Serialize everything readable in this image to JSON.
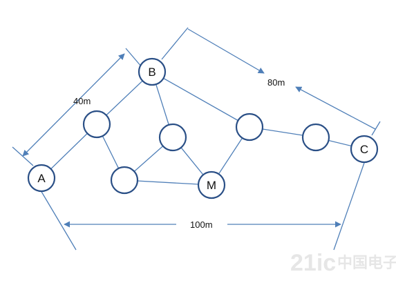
{
  "diagram": {
    "nodes": [
      {
        "id": "A",
        "label": "A"
      },
      {
        "id": "B",
        "label": "B"
      },
      {
        "id": "C",
        "label": "C"
      },
      {
        "id": "M",
        "label": "M"
      },
      {
        "id": "n1",
        "label": ""
      },
      {
        "id": "n2",
        "label": ""
      },
      {
        "id": "n3",
        "label": ""
      },
      {
        "id": "n4",
        "label": ""
      },
      {
        "id": "n5",
        "label": ""
      }
    ],
    "edges": [
      [
        "A",
        "n1"
      ],
      [
        "n1",
        "B"
      ],
      [
        "B",
        "n3"
      ],
      [
        "B",
        "n4"
      ],
      [
        "n1",
        "n2"
      ],
      [
        "n2",
        "n3"
      ],
      [
        "n2",
        "M"
      ],
      [
        "n3",
        "M"
      ],
      [
        "M",
        "n4"
      ],
      [
        "n4",
        "n5"
      ],
      [
        "n5",
        "C"
      ]
    ],
    "dimensions": {
      "ab": "40m",
      "bc": "80m",
      "ac": "100m"
    }
  },
  "watermark": {
    "main": "21ic",
    "site": "中国电子网"
  }
}
